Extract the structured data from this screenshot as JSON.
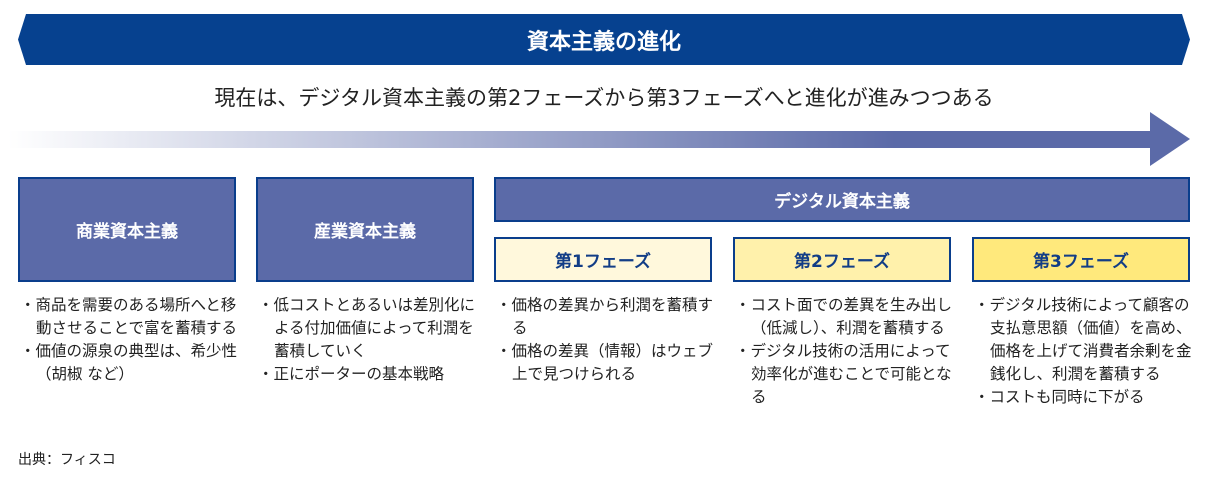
{
  "title": "資本主義の進化",
  "subtitle": "現在は、デジタル資本主義の第2フェーズから第3フェーズへと進化が進みつつある",
  "stages": [
    {
      "label": "商業資本主義",
      "bullets": [
        "商品を需要のある場所へと移動させることで富を蓄積する",
        "価値の源泉の典型は、希少性（胡椒 など）"
      ]
    },
    {
      "label": "産業資本主義",
      "bullets": [
        "低コストとあるいは差別化による付加価値によって利潤を蓄積していく",
        "正にポーターの基本戦略"
      ]
    }
  ],
  "digital": {
    "label": "デジタル資本主義",
    "phases": [
      {
        "label": "第1フェーズ",
        "color": "#fff8dc",
        "bullets": [
          "価格の差異から利潤を蓄積する",
          "価格の差異（情報）はウェブ上で見つけられる"
        ]
      },
      {
        "label": "第2フェーズ",
        "color": "#fff1ab",
        "bullets": [
          "コスト面での差異を生み出し（低減し）、利潤を蓄積する",
          "デジタル技術の活用によって効率化が進むことで可能となる"
        ]
      },
      {
        "label": "第3フェーズ",
        "color": "#ffe97c",
        "bullets": [
          "デジタル技術によって顧客の支払意思額（価値）を高め、価格を上げて消費者余剰を金銭化し、利潤を蓄積する",
          "コストも同時に下がる"
        ]
      }
    ]
  },
  "source": "出典：フィスコ"
}
